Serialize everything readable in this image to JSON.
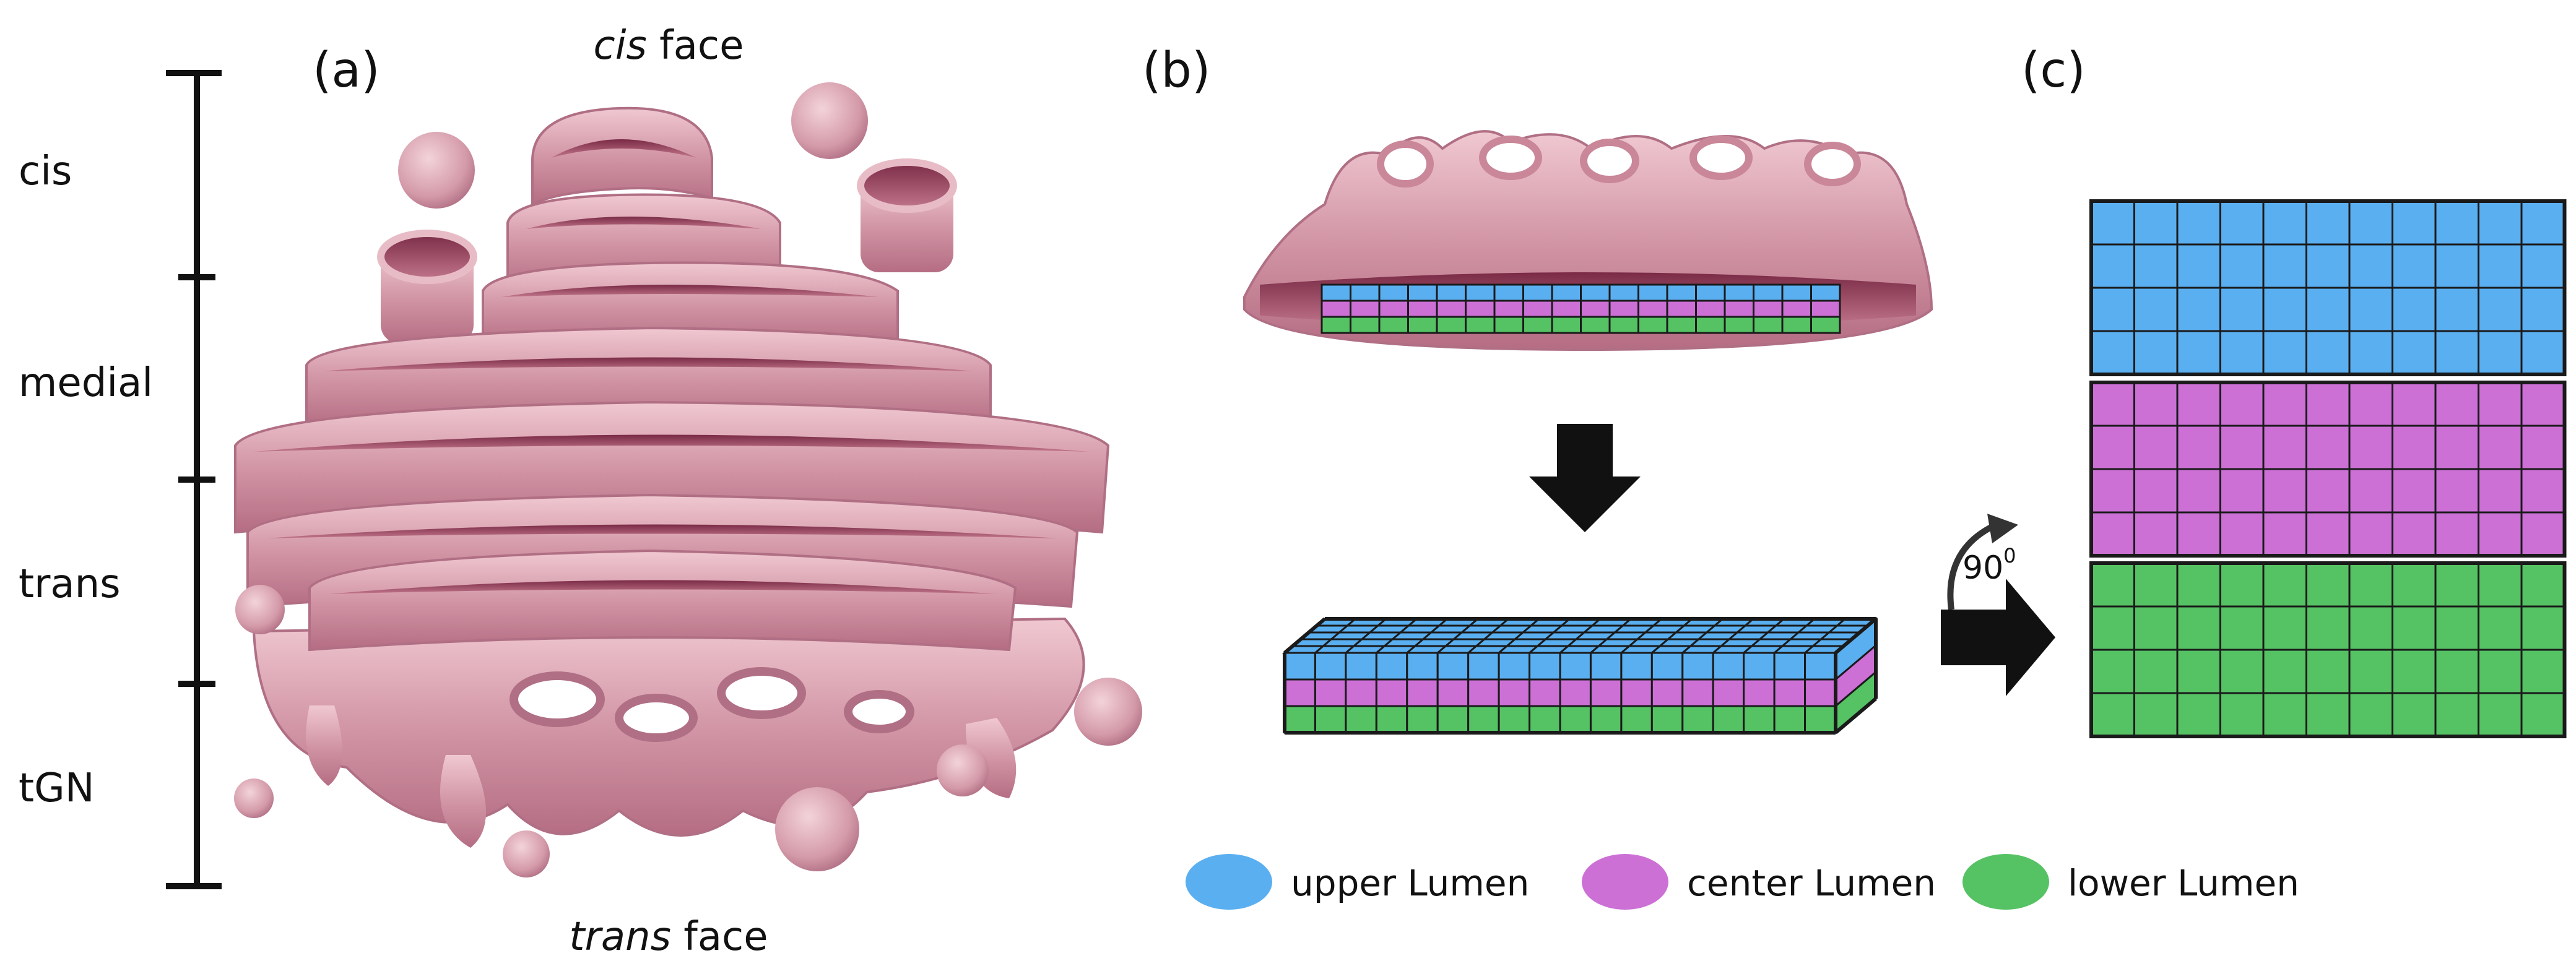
{
  "panels": {
    "a": "(a)",
    "b": "(b)",
    "c": "(c)"
  },
  "faces": {
    "cis_italic": "cis",
    "cis_rest": " face",
    "trans_italic": "trans",
    "trans_rest": " face"
  },
  "zones": [
    "cis",
    "medial",
    "trans",
    "tGN"
  ],
  "rotation": {
    "value": "90",
    "unit": "0"
  },
  "legend": [
    {
      "label": "upper Lumen",
      "color": "#5aaff0"
    },
    {
      "label": "center Lumen",
      "color": "#cc70d6"
    },
    {
      "label": "lower Lumen",
      "color": "#55c264"
    }
  ],
  "colors": {
    "membrane": "#c98799",
    "membrane_light": "#e8bcc6",
    "membrane_dark": "#8e3d57",
    "grid_line": "#1a1a1a"
  }
}
